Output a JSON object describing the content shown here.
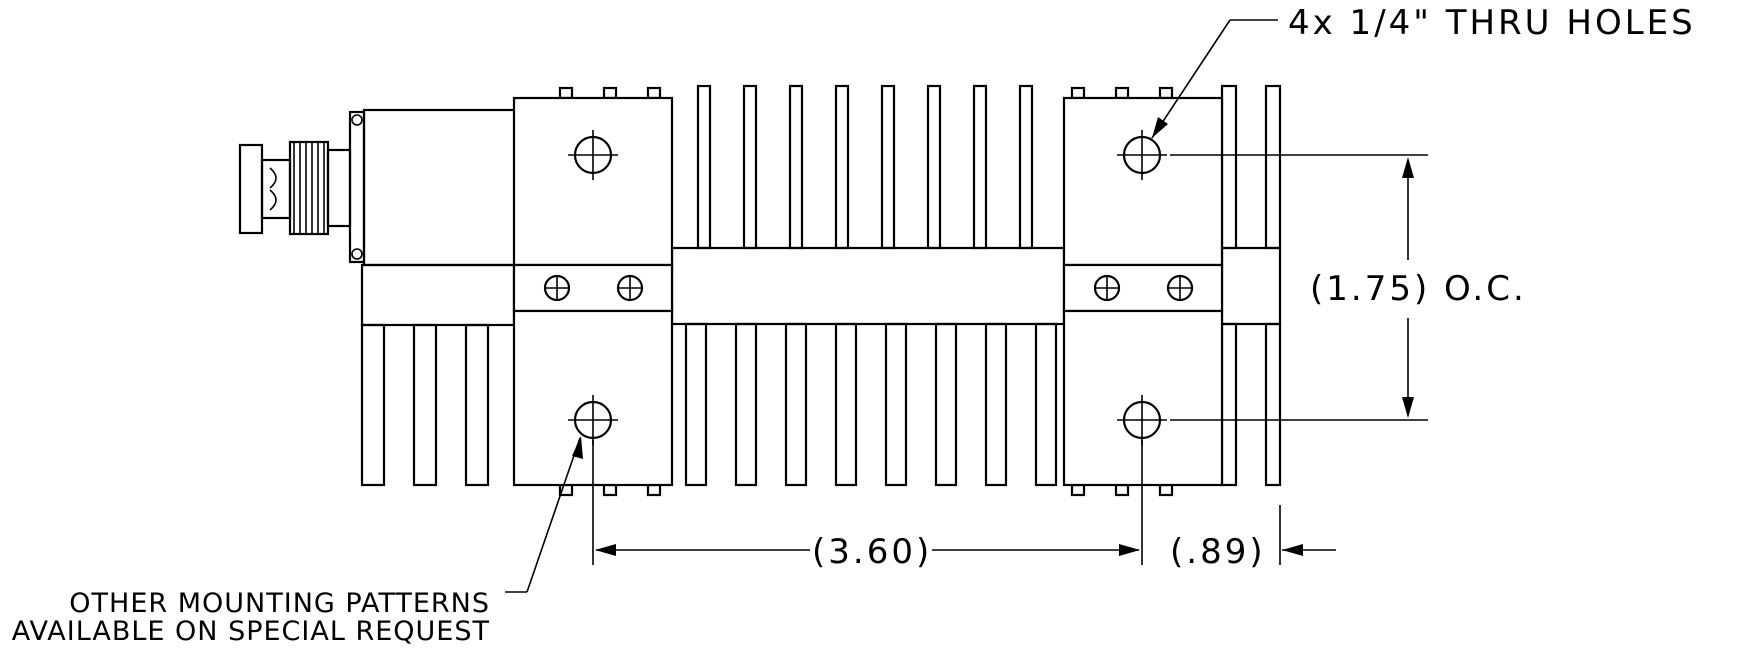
{
  "callouts": {
    "holes": "4x  1/4\"  THRU  HOLES",
    "note_line1": "OTHER  MOUNTING  PATTERNS",
    "note_line2": "AVAILABLE  ON  SPECIAL  REQUEST"
  },
  "dimensions": {
    "vertical_spacing": "(1.75)  O.C.",
    "horizontal_spacing": "(3.60)",
    "edge_offset": "(.89)"
  },
  "colors": {
    "line": "#000000",
    "background": "#ffffff"
  },
  "icons": [
    "bnc-connector-icon",
    "mounting-hole-icon",
    "screw-icon",
    "arrow-icon"
  ]
}
